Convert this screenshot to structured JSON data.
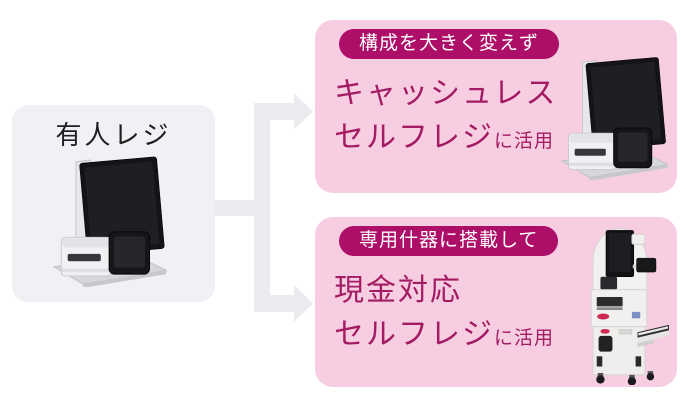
{
  "source": {
    "label": "有人レジ",
    "image": "manned-pos-terminal"
  },
  "options": [
    {
      "badge": "構成を大きく変えず",
      "title_line1": "キャッシュレス",
      "title_line2": "セルフレジ",
      "title_suffix": "に活用",
      "image": "cashless-self-checkout-terminal"
    },
    {
      "badge": "専用什器に搭載して",
      "title_line1": "現金対応",
      "title_line2": "セルフレジ",
      "title_suffix": "に活用",
      "image": "cash-self-checkout-kiosk"
    }
  ],
  "colors": {
    "page_bg": "#ffffff",
    "source_box_bg": "#f0f1f4",
    "arrow": "#eaecef",
    "option_box_bg": "#f7cde1",
    "badge_bg": "#ac0e68",
    "badge_text": "#ffffff",
    "title_text": "#a31b63",
    "source_label_text": "#1e1e1e"
  }
}
